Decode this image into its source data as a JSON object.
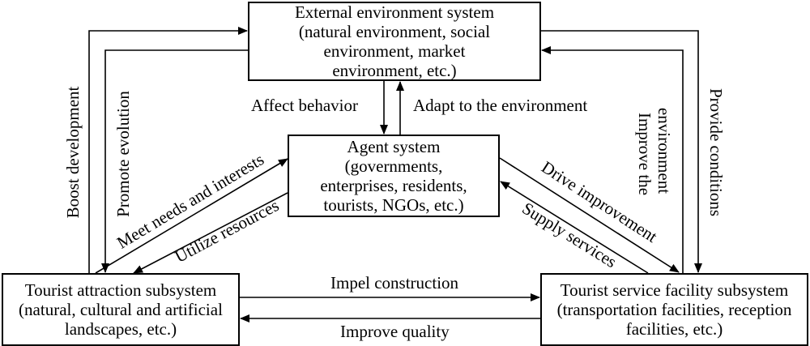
{
  "nodes": {
    "external": {
      "lines": [
        "External environment system",
        "(natural environment, social",
        "environment,  market",
        "environment, etc.)"
      ]
    },
    "agent": {
      "lines": [
        "Agent system",
        "(governments,",
        "enterprises,  residents,",
        "tourists, NGOs, etc.)"
      ]
    },
    "attraction": {
      "lines": [
        "Tourist attraction subsystem",
        "(natural, cultural and artificial",
        "landscapes, etc.)"
      ]
    },
    "service": {
      "lines": [
        "Tourist  service facility subsystem",
        "(transportation facilities, reception",
        "facilities, etc.)"
      ]
    }
  },
  "edges": {
    "affect_behavior": "Affect behavior",
    "adapt_environment": "Adapt to the environment",
    "boost_development": "Boost development",
    "promote_evolution": "Promote evolution",
    "improve_environment_1": "Improve the",
    "improve_environment_2": "environment",
    "provide_conditions": "Provide conditions",
    "meet_needs": "Meet needs and interests",
    "utilize_resources": "Utilize resources",
    "drive_improvement": "Drive improvement",
    "supply_services": "Supply services",
    "impel_construction": "Impel construction",
    "improve_quality": "Improve quality"
  }
}
